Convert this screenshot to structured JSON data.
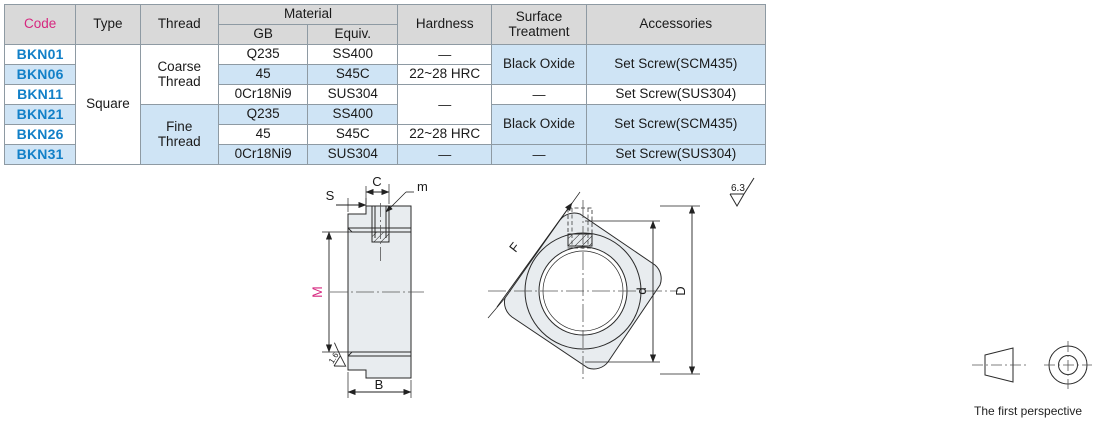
{
  "table": {
    "headers": {
      "code": "Code",
      "type": "Type",
      "thread": "Thread",
      "material": "Material",
      "material_gb": "GB",
      "material_equiv": "Equiv.",
      "hardness": "Hardness",
      "surface_treatment_line1": "Surface",
      "surface_treatment_line2": "Treatment",
      "accessories": "Accessories"
    },
    "rows": [
      {
        "code": "BKN01",
        "gb": "Q235",
        "equiv": "SS400"
      },
      {
        "code": "BKN06",
        "gb": "45",
        "equiv": "S45C"
      },
      {
        "code": "BKN11",
        "gb": "0Cr18Ni9",
        "equiv": "SUS304"
      },
      {
        "code": "BKN21",
        "gb": "Q235",
        "equiv": "SS400"
      },
      {
        "code": "BKN26",
        "gb": "45",
        "equiv": "S45C"
      },
      {
        "code": "BKN31",
        "gb": "0Cr18Ni9",
        "equiv": "SUS304"
      }
    ],
    "type_value": "Square",
    "thread_coarse_l1": "Coarse",
    "thread_coarse_l2": "Thread",
    "thread_fine_l1": "Fine",
    "thread_fine_l2": "Thread",
    "hardness_values": {
      "r1": "—",
      "r2": "22~28 HRC",
      "r3_4": "—",
      "r5": "22~28 HRC",
      "r6": "—"
    },
    "surface_values": {
      "r1_2": "Black Oxide",
      "r3": "—",
      "r4_5": "Black Oxide",
      "r6": "—"
    },
    "accessory_values": {
      "r1_2": "Set Screw(SCM435)",
      "r3": "Set Screw(SUS304)",
      "r4_5": "Set Screw(SCM435)",
      "r6": "Set Screw(SUS304)"
    },
    "colors": {
      "header_bg": "#d9d9d9",
      "row_tint": "#cfe4f5",
      "code_text": "#1280c8",
      "code_header_text": "#d6277f",
      "border": "#8e9aa3"
    }
  },
  "drawing": {
    "side_view": {
      "dim_c": "C",
      "dim_s": "S",
      "dim_m_leader": "m",
      "dim_M": "M",
      "dim_B": "B",
      "surface_finish": "1.6"
    },
    "front_view": {
      "dim_F": "F",
      "dim_d": "d",
      "dim_D": "D"
    },
    "general_surface_finish": "6.3",
    "projection_label": "The first perspective",
    "body_fill": "#e8ecef"
  }
}
